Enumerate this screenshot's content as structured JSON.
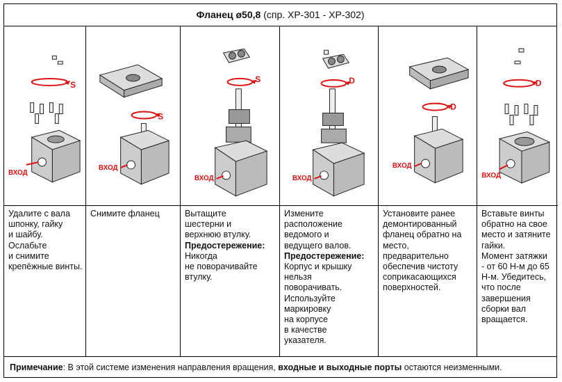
{
  "header": {
    "title_bold": "Фланец ø50,8",
    "title_rest": " (спр. XP-301 - XP-302)"
  },
  "labels": {
    "inlet": "ВХОД",
    "dir_s": "S",
    "dir_d": "D"
  },
  "steps": [
    {
      "text": [
        "Удалите с вала",
        "шпонку, гайку",
        "и шайбу.",
        "Ослабьте",
        "и снимите",
        "крепёжные винты."
      ]
    },
    {
      "text": [
        "Снимите фланец"
      ]
    },
    {
      "text": [
        "Вытащите",
        "шестерни и",
        "верхнюю втулку."
      ],
      "caution_label": "Предостережение:",
      "caution": [
        "Никогда",
        "не поворачивайте",
        "втулку."
      ]
    },
    {
      "text": [
        "Измените",
        "расположение",
        "ведомого и",
        "ведущего валов."
      ],
      "caution_label": "Предостережение:",
      "caution": [
        "Корпус и крышку",
        "нельзя",
        "поворачивать.",
        "Используйте",
        "маркировку",
        "на корпусе",
        "в качестве",
        "указателя."
      ]
    },
    {
      "text": [
        "Установите ранее",
        "демонтированный",
        "фланец обратно на",
        "место,",
        "предварительно",
        "обеспечив чистоту",
        "соприкасающихся",
        "поверхностей."
      ]
    },
    {
      "text": [
        "Вставьте винты",
        "обратно на свое",
        "место и затяните",
        "гайки.",
        "Момент затяжки",
        "- от 60 Н-м до 65",
        "Н-м. Убедитесь,",
        "что после",
        "завершения",
        "сборки вал",
        "вращается."
      ]
    }
  ],
  "note": {
    "label": "Примечание",
    "text_a": ": В этой системе изменения направления вращения, ",
    "bold": "входные и выходные порты",
    "text_b": " остаются неизменными."
  }
}
